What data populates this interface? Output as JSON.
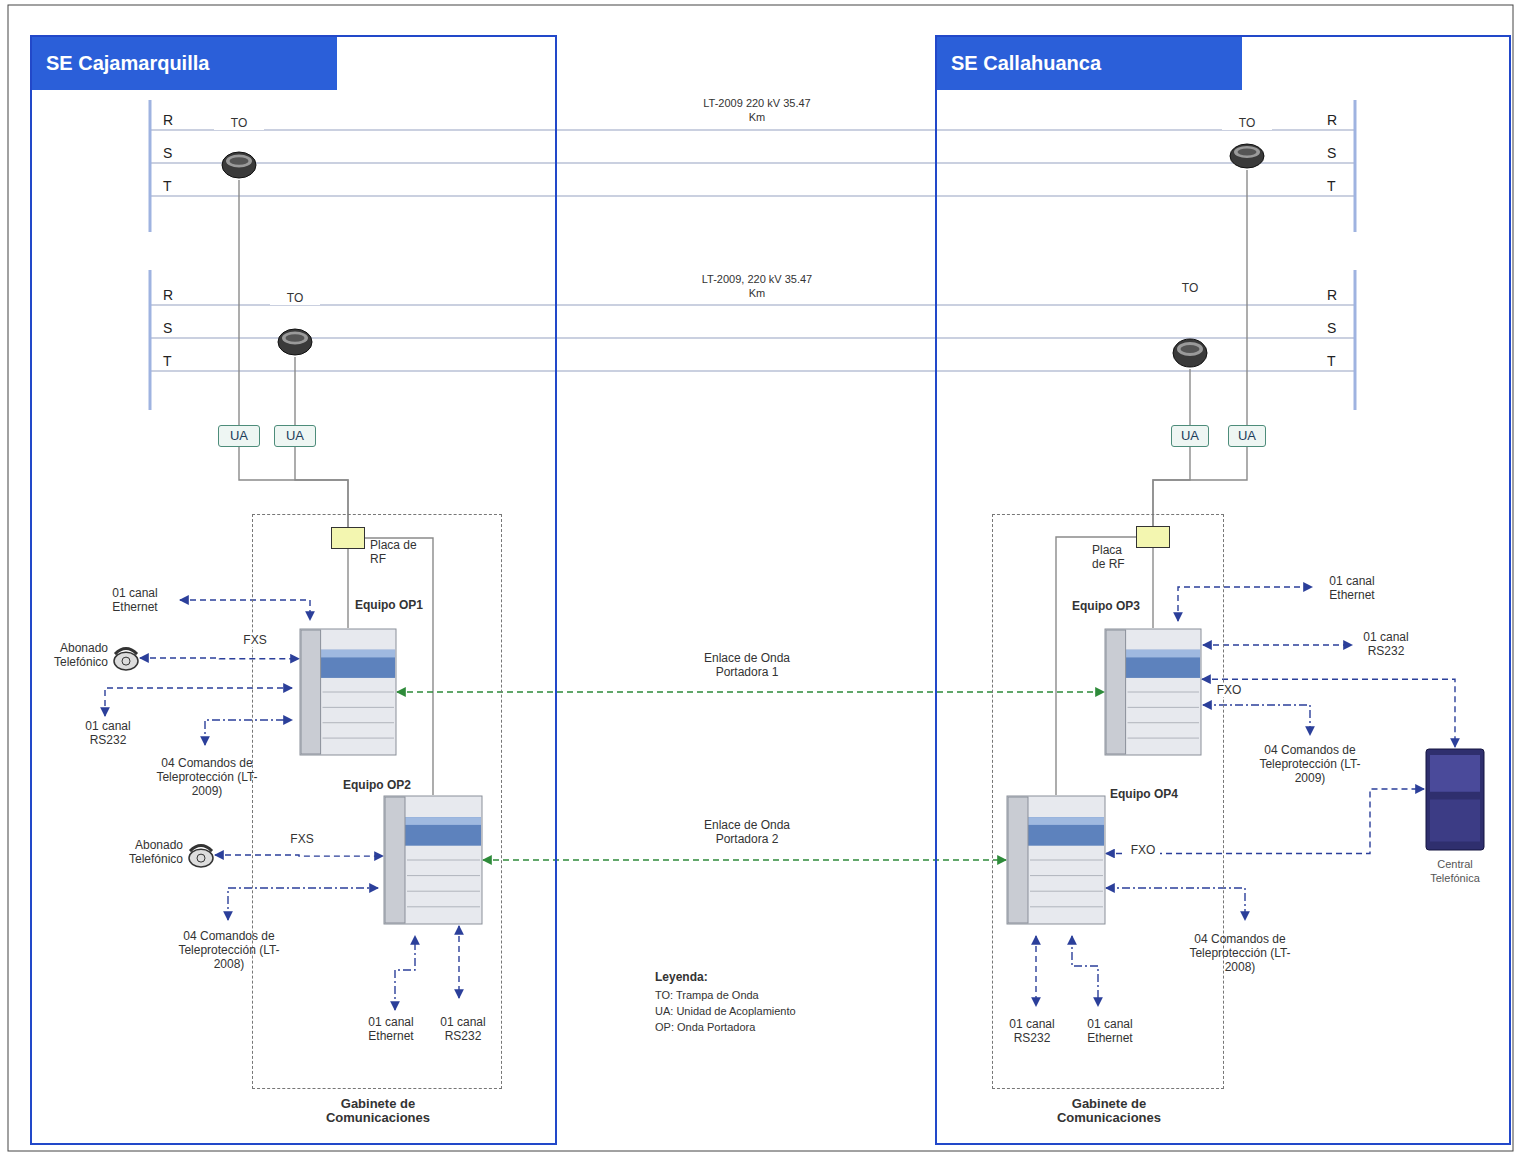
{
  "diagram": {
    "nodes": [
      {
        "text": [
          "SE Cajamarquilla"
        ]
      },
      {
        "text": [
          "TO"
        ],
        "in": 0
      },
      {
        "text": [
          "TO"
        ],
        "in": 0
      },
      {
        "text": [
          "UA"
        ],
        "in": 0
      },
      {
        "text": [
          "UA"
        ],
        "in": 0
      },
      {
        "text": [
          "Gabinete de Comunicaciones"
        ],
        "in": 0
      },
      {
        "text": [
          "Placa de RF"
        ],
        "in": 5
      },
      {
        "text": [
          "Equipo OP1"
        ],
        "in": 5
      },
      {
        "text": [
          "Equipo OP2"
        ],
        "in": 5
      },
      {
        "text": [
          "Abonado Telefónico"
        ],
        "in": 0
      },
      {
        "text": [
          "Abonado Telefónico"
        ],
        "in": 0
      },
      {
        "text": [
          "SE Callahuanca"
        ]
      },
      {
        "text": [
          "TO"
        ],
        "in": 11
      },
      {
        "text": [
          "TO"
        ],
        "in": 11
      },
      {
        "text": [
          "UA"
        ],
        "in": 11
      },
      {
        "text": [
          "UA"
        ],
        "in": 11
      },
      {
        "text": [
          "Gabinete de Comunicaciones"
        ],
        "in": 11
      },
      {
        "text": [
          "Placa de RF"
        ],
        "in": 16
      },
      {
        "text": [
          "Equipo OP3"
        ],
        "in": 16
      },
      {
        "text": [
          "Equipo OP4"
        ],
        "in": 16
      },
      {
        "text": [
          "Central Telefónica"
        ],
        "in": 11
      }
    ],
    "edges": [
      {
        "from": 1,
        "to": 3,
        "arrow": "none"
      },
      {
        "from": 2,
        "to": 4,
        "arrow": "none"
      },
      {
        "from": 3,
        "to": 6,
        "arrow": "none"
      },
      {
        "from": 4,
        "to": 6,
        "arrow": "none"
      },
      {
        "from": 6,
        "to": 7,
        "arrow": "none"
      },
      {
        "from": 6,
        "to": 8,
        "arrow": "none"
      },
      {
        "from": 12,
        "to": 15,
        "arrow": "none"
      },
      {
        "from": 13,
        "to": 14,
        "arrow": "none"
      },
      {
        "from": 14,
        "to": 17,
        "arrow": "none"
      },
      {
        "from": 15,
        "to": 17,
        "arrow": "none"
      },
      {
        "from": 17,
        "to": 18,
        "arrow": "none"
      },
      {
        "from": 17,
        "to": 19,
        "arrow": "none"
      },
      {
        "from": 7,
        "to": 18,
        "arrow": "both",
        "label": "Enlace de Onda Portadora 1"
      },
      {
        "from": 8,
        "to": 19,
        "arrow": "both",
        "label": "Enlace de Onda Portadora 2"
      },
      {
        "from": 9,
        "to": 7,
        "arrow": "both",
        "label": "FXS"
      },
      {
        "from": 10,
        "to": 8,
        "arrow": "both",
        "label": "FXS"
      },
      {
        "from": 18,
        "to": 20,
        "arrow": "both",
        "label": "FXO"
      },
      {
        "from": 19,
        "to": 20,
        "arrow": "both",
        "label": "FXO"
      }
    ],
    "labels": [
      "LT-2009 220 kV 35.47 Km",
      "LT-2009, 220 kV 35.47 Km",
      "R",
      "S",
      "T",
      "R",
      "S",
      "T",
      "R",
      "S",
      "T",
      "R",
      "S",
      "T",
      "01 canal Ethernet",
      "01 canal RS232",
      "04 Comandos de Teleprotección (LT-2009)",
      "04 Comandos de Teleprotección (LT-2008)",
      "01 canal Ethernet",
      "01 canal RS232",
      "01 canal Ethernet",
      "01 canal RS232",
      "04 Comandos de Teleprotección (LT-2009)",
      "04 Comandos de Teleprotección (LT-2008)",
      "01 canal RS232",
      "01 canal Ethernet",
      "Leyenda:"
    ],
    "legend": [
      {
        "text": "TO: Trampa de Onda"
      },
      {
        "text": "UA: Unidad de Acoplamiento"
      },
      {
        "text": "OP: Onda Portadora"
      }
    ]
  }
}
